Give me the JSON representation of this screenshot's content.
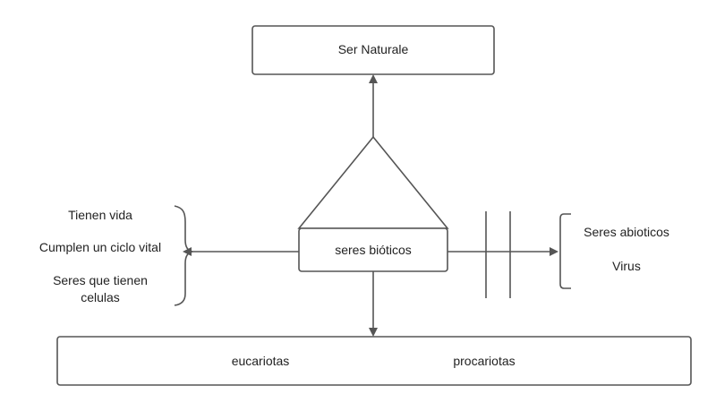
{
  "top_box": {
    "label": "Ser Naturale"
  },
  "center_box": {
    "label": "seres bióticos"
  },
  "left_list": {
    "line1": "Tienen vida",
    "line2": "Cumplen un ciclo vital",
    "line3a": "Seres que tienen",
    "line3b": "celulas"
  },
  "right_list": {
    "line1": "Seres abioticos",
    "line2": "Virus"
  },
  "bottom_box": {
    "label_left": "eucariotas",
    "label_right": "procariotas"
  },
  "colors": {
    "stroke": "#555555",
    "text": "#222222",
    "background": "#ffffff"
  }
}
